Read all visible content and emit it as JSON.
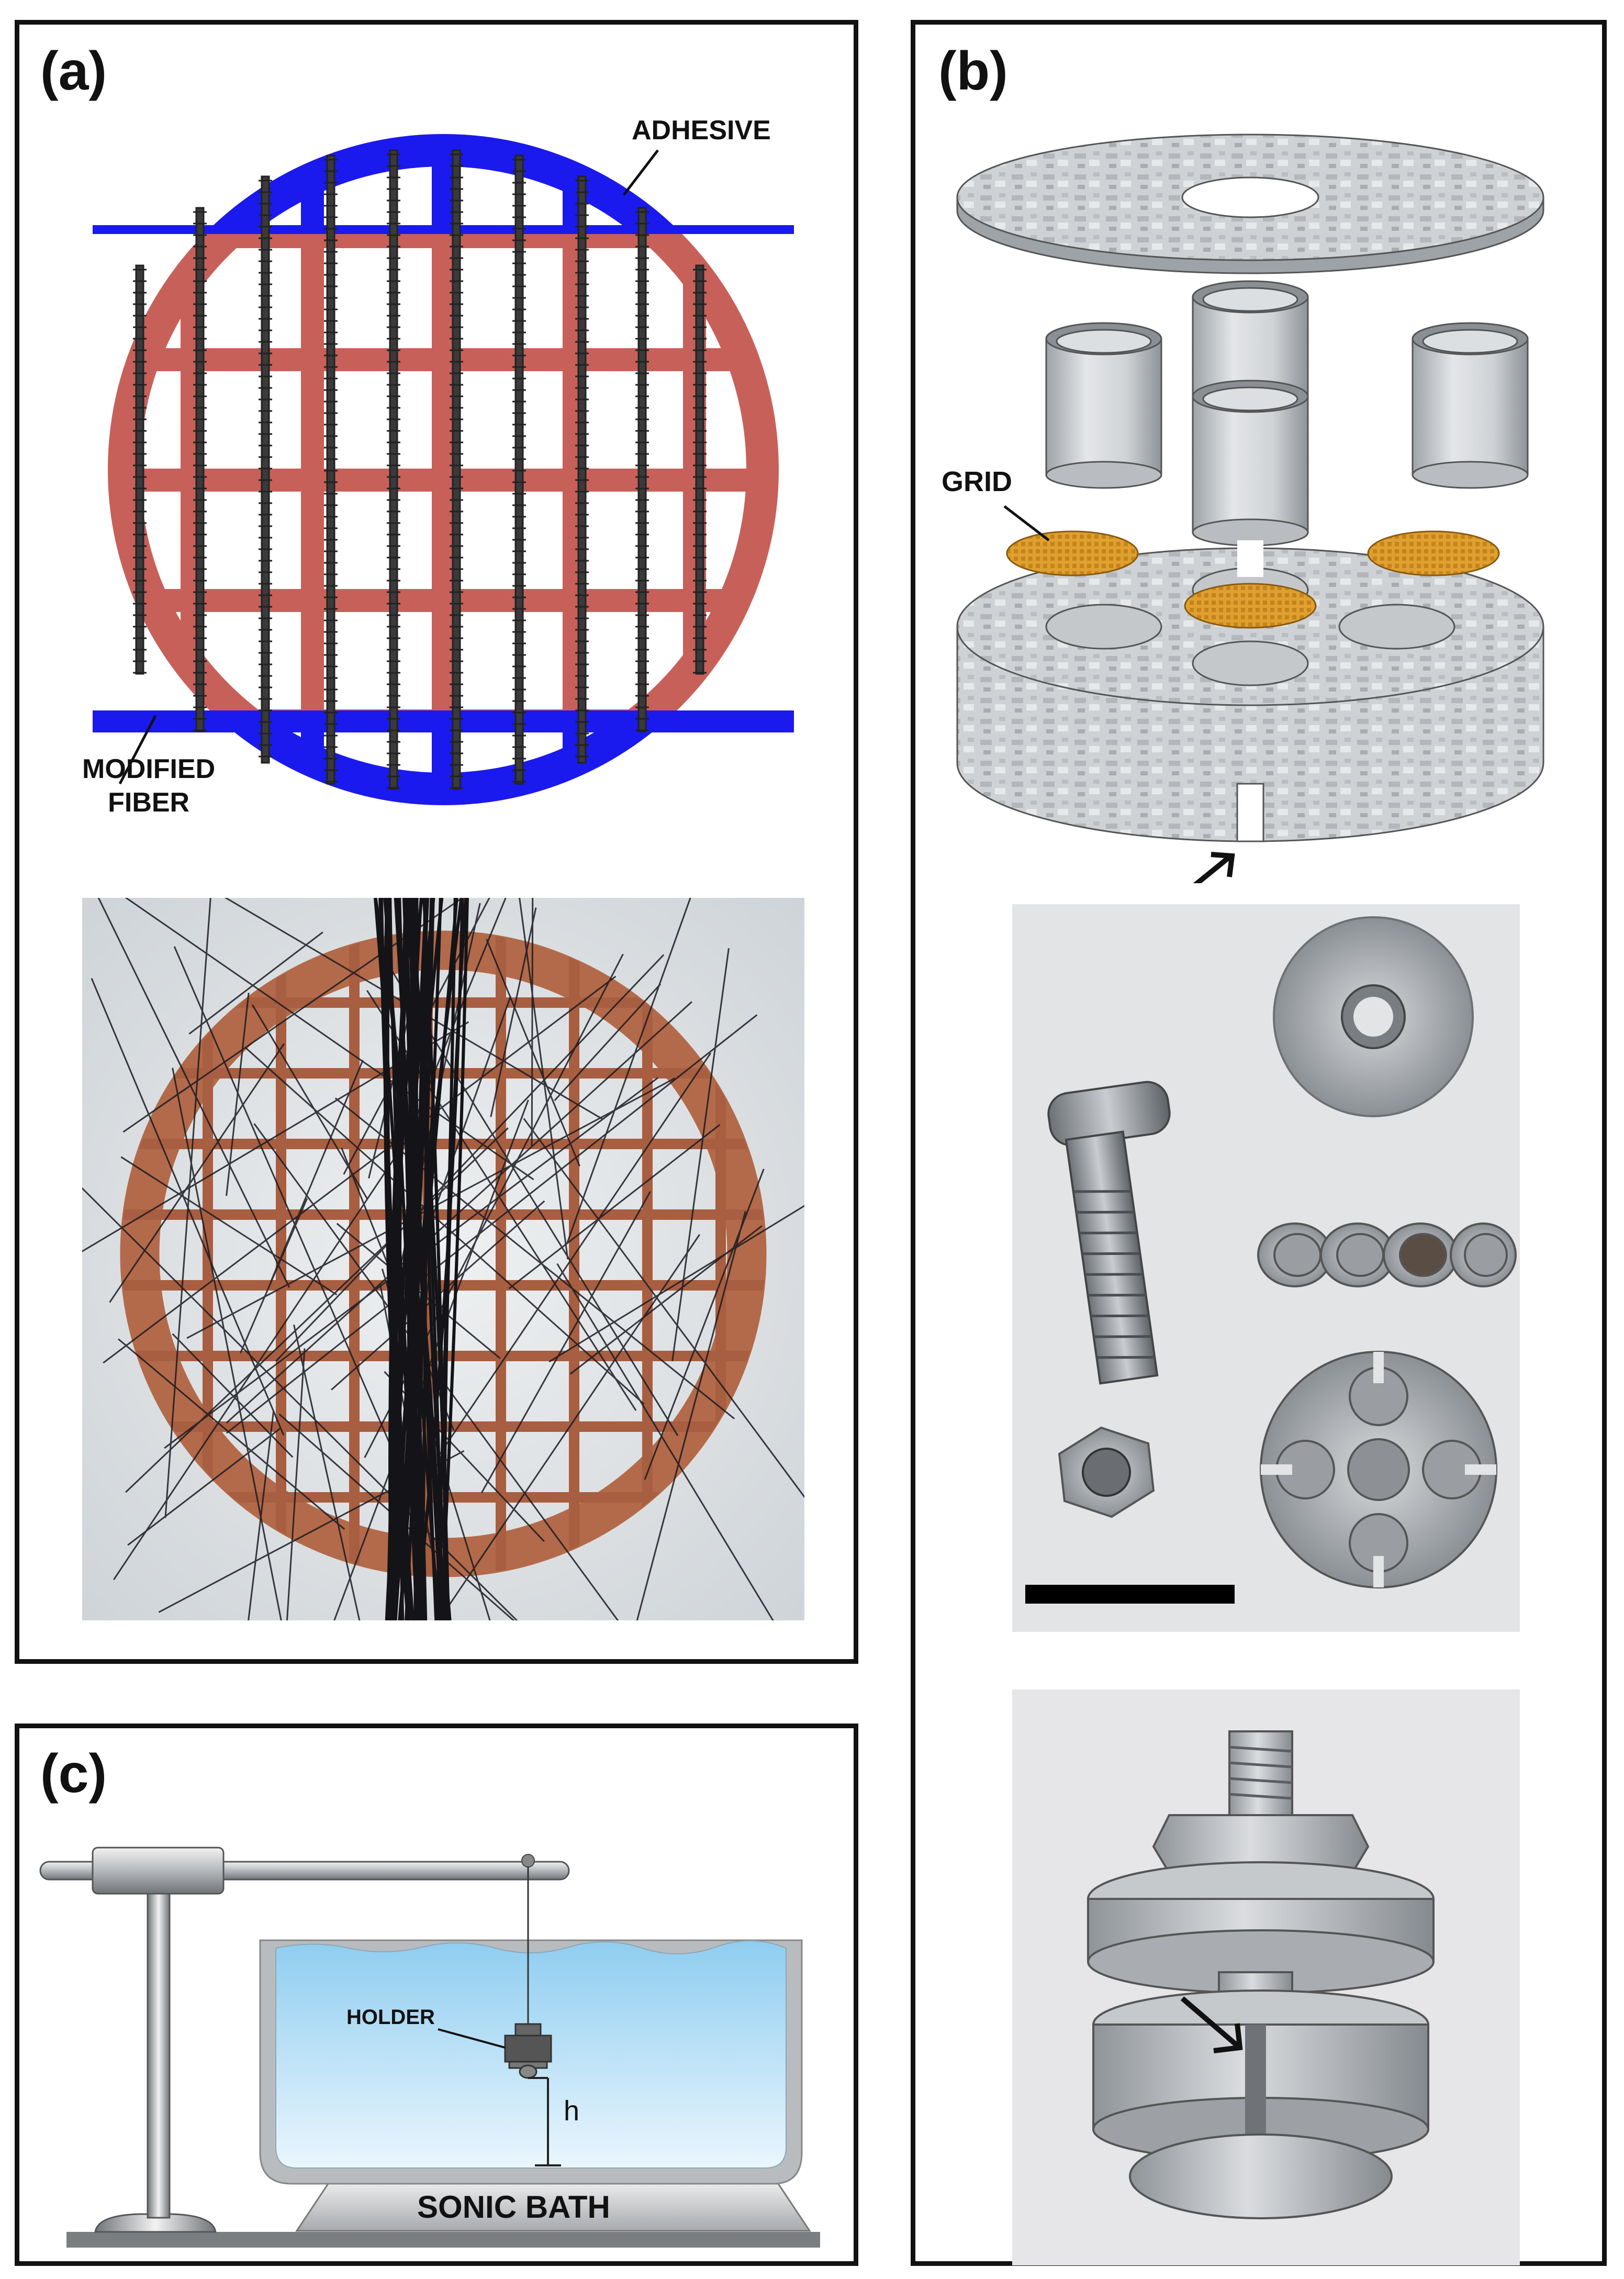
{
  "panels": {
    "a": {
      "label": "(a)",
      "callouts": {
        "adhesive": "ADHESIVE",
        "modified_fiber_line1": "MODIFIED",
        "modified_fiber_line2": "FIBER"
      }
    },
    "b": {
      "label": "(b)",
      "callouts": {
        "grid": "GRID"
      }
    },
    "c": {
      "label": "(c)",
      "callouts": {
        "holder": "HOLDER",
        "height": "h",
        "sonic_bath": "SONIC BATH"
      }
    }
  },
  "colors": {
    "adhesive_blue": "#1a1aee",
    "grid_red": "#c8605a",
    "copper": "#b36a4a",
    "fiber_black": "#1a1a22",
    "grid_gold": "#e0a030",
    "water_blue": "#bfe3f7",
    "metal_gray": "#b8bcc0"
  }
}
